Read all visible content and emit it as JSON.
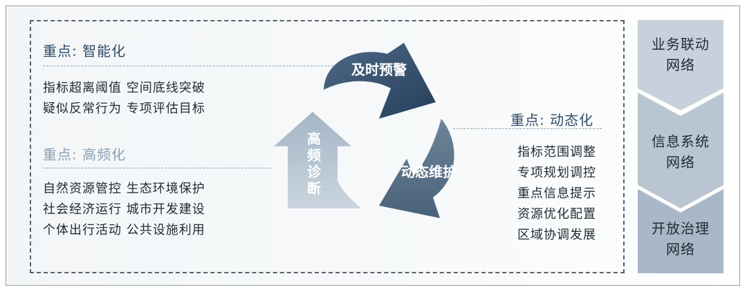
{
  "left": {
    "focus_smart": "重点: 智能化",
    "smart_items": [
      "指标超离阈值",
      "空间底线突破",
      "疑似反常行为",
      "专项评估目标"
    ],
    "focus_freq": "重点: 高频化",
    "freq_items": [
      "自然资源管控",
      "生态环境保护",
      "社会经济运行",
      "城市开发建设",
      "个体出行活动",
      "公共设施利用"
    ]
  },
  "cycle": {
    "warning": "及时预警",
    "maintain": "动态维护",
    "diagnose": [
      "高",
      "频",
      "诊",
      "断"
    ]
  },
  "right": {
    "focus_dynamic": "重点: 动态化",
    "dynamic_items": [
      "指标范围调整",
      "专项规划调控",
      "重点信息提示",
      "资源优化配置",
      "区域协调发展"
    ]
  },
  "networks": [
    {
      "line1": "业务联动",
      "line2": "网络"
    },
    {
      "line1": "信息系统",
      "line2": "网络"
    },
    {
      "line1": "开放治理",
      "line2": "网络"
    }
  ],
  "colors": {
    "arrow_dark": "#2f4a66",
    "arrow_mid": "#5b7288",
    "arrow_light": "#b9c7d4",
    "chevron_1": "#c6d1db",
    "chevron_2": "#b9c6d2",
    "chevron_3": "#a9b8c6"
  }
}
